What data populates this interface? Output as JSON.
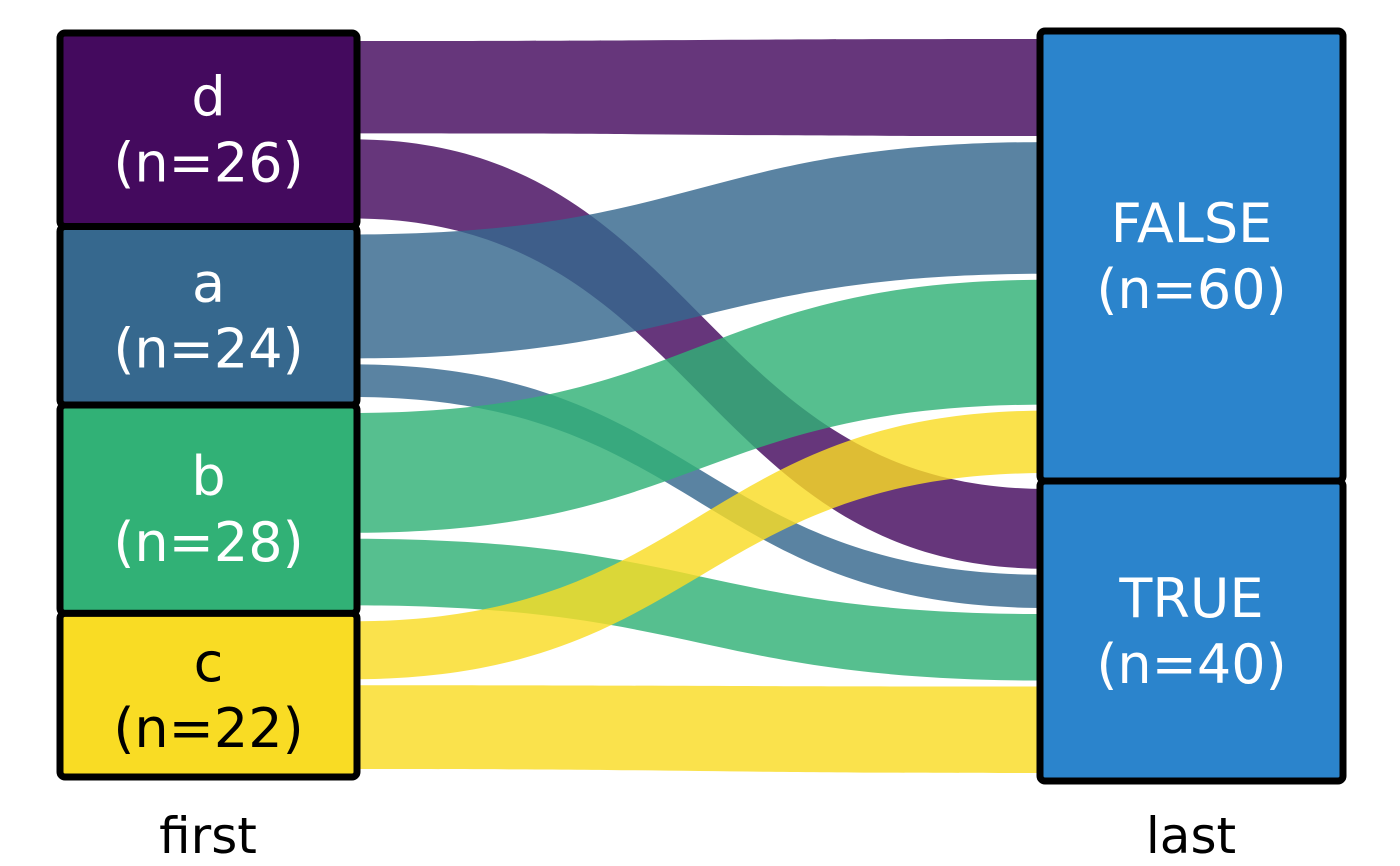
{
  "chart_data": {
    "type": "alluvial",
    "title": "",
    "axes": [
      "first",
      "last"
    ],
    "legend": "none",
    "background": "#ffffff",
    "node_border_color": "#000000",
    "flow_opacity": 0.82,
    "left_nodes": [
      {
        "label": "d",
        "n": 26,
        "count_label": "(n=26)",
        "color": "#440a5e",
        "text_color": "#ffffff"
      },
      {
        "label": "a",
        "n": 24,
        "count_label": "(n=24)",
        "color": "#36688e",
        "text_color": "#ffffff"
      },
      {
        "label": "b",
        "n": 28,
        "count_label": "(n=28)",
        "color": "#31b176",
        "text_color": "#ffffff"
      },
      {
        "label": "c",
        "n": 22,
        "count_label": "(n=22)",
        "color": "#f9dc24",
        "text_color": "#000000"
      }
    ],
    "right_nodes": [
      {
        "label": "FALSE",
        "n": 60,
        "count_label": "(n=60)",
        "color": "#2b84cc",
        "text_color": "#ffffff"
      },
      {
        "label": "TRUE",
        "n": 40,
        "count_label": "(n=40)",
        "color": "#2b84cc",
        "text_color": "#ffffff"
      }
    ],
    "flows": [
      {
        "from": "d",
        "to": "FALSE",
        "value": 14
      },
      {
        "from": "d",
        "to": "TRUE",
        "value": 12
      },
      {
        "from": "a",
        "to": "FALSE",
        "value": 19
      },
      {
        "from": "a",
        "to": "TRUE",
        "value": 5
      },
      {
        "from": "b",
        "to": "FALSE",
        "value": 18
      },
      {
        "from": "b",
        "to": "TRUE",
        "value": 10
      },
      {
        "from": "c",
        "to": "FALSE",
        "value": 9
      },
      {
        "from": "c",
        "to": "TRUE",
        "value": 13
      }
    ]
  }
}
